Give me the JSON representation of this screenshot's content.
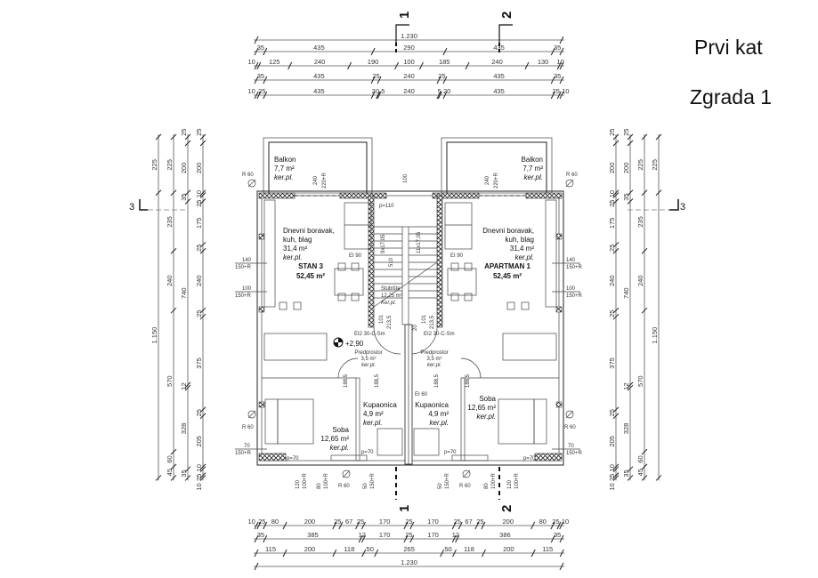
{
  "title": {
    "floor": "Prvi kat",
    "building": "Zgrada 1"
  },
  "sections": {
    "s1": "1",
    "s2": "2",
    "s3": "3"
  },
  "dimensions": {
    "top": [
      [
        "1.230"
      ],
      [
        "35",
        "435",
        "290",
        "435",
        "35"
      ],
      [
        "10",
        "125",
        "240",
        "190",
        "100",
        "185",
        "240",
        "130",
        "10"
      ],
      [
        "35",
        "435",
        "25",
        "240",
        "25",
        "435",
        "35"
      ],
      [
        "10",
        "25",
        "435",
        "20",
        "5",
        "240",
        "5",
        "20",
        "435",
        "25",
        "10"
      ]
    ],
    "bottom": [
      [
        "10",
        "25",
        "80",
        "200",
        "25",
        "67",
        "25",
        "170",
        "25",
        "170",
        "25",
        "67",
        "25",
        "200",
        "80",
        "25",
        "10"
      ],
      [
        "35",
        "385",
        "12",
        "170",
        "25",
        "170",
        "12",
        "386",
        "35"
      ],
      [
        "115",
        "200",
        "118",
        "50",
        "265",
        "50",
        "118",
        "200",
        "115"
      ],
      [
        "1.230"
      ]
    ],
    "left": [
      [
        "225",
        "1.150"
      ],
      [
        "225",
        "235",
        "240",
        "570",
        "60",
        "45"
      ],
      [
        "25",
        "200",
        "35",
        "740",
        "12",
        "328",
        "35"
      ],
      [
        "25",
        "200",
        "10",
        "25",
        "175",
        "25",
        "240",
        "25",
        "375",
        "25",
        "205",
        "10",
        "25",
        "10"
      ]
    ],
    "right": [
      [
        "25",
        "200",
        "10",
        "25",
        "175",
        "25",
        "240",
        "25",
        "375",
        "25",
        "205",
        "10",
        "25",
        "10"
      ],
      [
        "25",
        "200",
        "35",
        "740",
        "12",
        "328",
        "35"
      ],
      [
        "225",
        "235",
        "240",
        "570",
        "60",
        "45"
      ],
      [
        "225",
        "1.150"
      ]
    ]
  },
  "rooms": {
    "balcony_left": {
      "name": "Balkon",
      "area": "7,7 m²",
      "floor": "ker.pl."
    },
    "balcony_right": {
      "name": "Balkon",
      "area": "7,7 m²",
      "floor": "ker.pl."
    },
    "living_left": {
      "name": "Dnevni boravak,",
      "name2": "kuh, blag",
      "area": "31,4 m²",
      "floor": "ker.pl."
    },
    "living_right": {
      "name": "Dnevni boravak,",
      "name2": "kuh, blag",
      "area": "31,4 m²",
      "floor": "ker.pl."
    },
    "unit_left": {
      "name": "STAN 3",
      "area": "52,45 m²"
    },
    "unit_right": {
      "name": "APARTMAN 1",
      "area": "52,45 m²"
    },
    "stairs": {
      "name": "Stubište",
      "area": "12,25 m²",
      "floor": "Ker.pl."
    },
    "hall_left": {
      "name": "Predprostor",
      "area": "3,5 m²",
      "floor": "ker.pl."
    },
    "hall_right": {
      "name": "Predprostor",
      "area": "3,5 m²",
      "floor": "ker.pl."
    },
    "bath_left": {
      "name": "Kupaonica",
      "area": "4,9 m²",
      "floor": "ker.pl."
    },
    "bath_right": {
      "name": "Kupaonica",
      "area": "4,9 m²",
      "floor": "ker.pl."
    },
    "bed_left": {
      "name": "Soba",
      "area": "12,65 m²",
      "floor": "ker.pl."
    },
    "bed_right": {
      "name": "Soba",
      "area": "12,65 m²",
      "floor": "ker.pl."
    }
  },
  "annotations": {
    "level": "+2,90",
    "ei90": "EI 90",
    "ei60": "EI 60",
    "door_rating": "EI2 30-C-Sm",
    "r60": "R 60",
    "p110": "p=110",
    "p70": "p=70",
    "w140": "140",
    "w100": "100",
    "w70": "70",
    "w120": "120",
    "w80": "80",
    "w50": "50",
    "sill150": "150+R",
    "sill100": "100+R",
    "door1": "101",
    "door1b": "213,5",
    "door2": "188,5",
    "stair_count": "510",
    "stair_a": "9x17,05",
    "stair_b": "11x17,05",
    "bal_door": "240",
    "bal_door2": "220+R",
    "wall100": "100",
    "wall20": "20"
  },
  "colors": {
    "line": "#222222",
    "dim": "#555555",
    "background": "#ffffff"
  }
}
